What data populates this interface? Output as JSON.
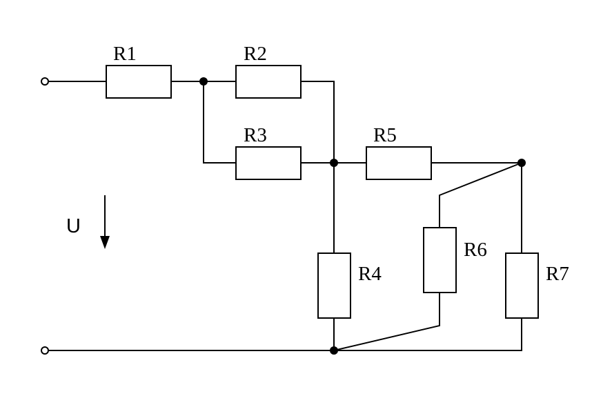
{
  "colors": {
    "line": "#000000",
    "background": "#ffffff"
  },
  "resistors": {
    "r1": "R1",
    "r2": "R2",
    "r3": "R3",
    "r4": "R4",
    "r5": "R5",
    "r6": "R6",
    "r7": "R7"
  },
  "voltage": {
    "label": "U"
  }
}
